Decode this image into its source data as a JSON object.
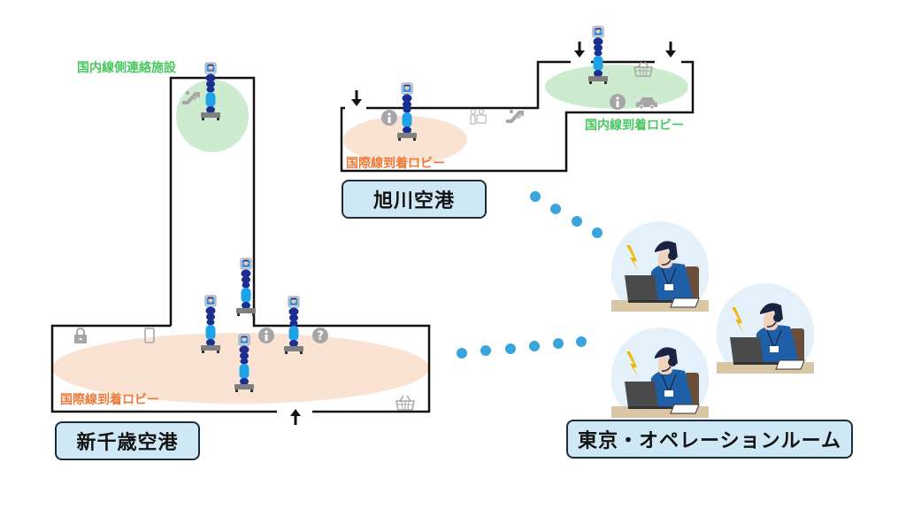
{
  "colors": {
    "wall": "#111111",
    "international_zone": "#fbe3d4",
    "domestic_zone": "#cdeccf",
    "international_text": "#ec7a3a",
    "domestic_text": "#49c760",
    "label_bg": "#cfe8f6",
    "dot": "#3aa4dc",
    "robot_dark": "#1a2f8f",
    "robot_light": "#1fa3e8",
    "robot_base": "#7f7f7f",
    "facility_icon": "#a6a6a6",
    "operator_shirt": "#1f5fa8",
    "operator_bg": "#e4f1fa",
    "lightning": "#f2b705"
  },
  "new_chitose": {
    "title": "新千歳空港",
    "domestic_connector_label": "国内線側連絡施設",
    "international_lobby_label": "国際線到着ロビー",
    "facility_icons": [
      "escalator-icon",
      "lock-icon",
      "smartphone-icon",
      "info-icon",
      "help-icon",
      "shopping-basket-icon"
    ],
    "entrance_arrow": "up-arrow-icon",
    "robot_count": 5
  },
  "asahikawa": {
    "title": "旭川空港",
    "international_lobby_label": "国際線到着ロビー",
    "domestic_lobby_label": "国内線到着ロビー",
    "facility_icons": [
      "info-icon",
      "reception-desk-icon",
      "escalator-icon",
      "shopping-basket-icon",
      "info-icon",
      "car-icon"
    ],
    "entrance_arrows": [
      "down-arrow-icon",
      "down-arrow-icon",
      "down-arrow-icon"
    ],
    "robot_count": 2
  },
  "tokyo": {
    "title": "東京・オペレーションルーム",
    "operator_count": 3
  }
}
